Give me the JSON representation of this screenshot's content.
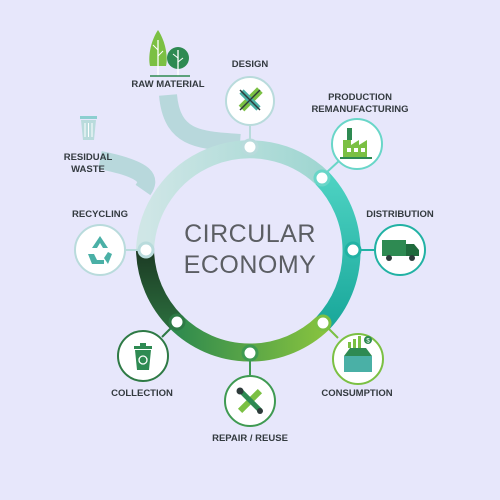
{
  "center": {
    "line1": "CIRCULAR",
    "line2": "ECONOMY"
  },
  "stages": {
    "raw_material": "RAW MATERIAL",
    "design": "DESIGN",
    "production_l1": "PRODUCTION",
    "production_l2": "REMANUFACTURING",
    "distribution": "DISTRIBUTION",
    "consumption": "CONSUMPTION",
    "repair_reuse": "REPAIR / REUSE",
    "collection": "COLLECTION",
    "recycling": "RECYCLING",
    "residual_l1": "RESIDUAL",
    "residual_l2": "WASTE"
  },
  "icons": {
    "raw_material": "trees-icon",
    "design": "pencil-ruler-icon",
    "production": "factory-icon",
    "distribution": "truck-icon",
    "consumption": "shopping-box-icon",
    "repair_reuse": "wrench-screwdriver-icon",
    "collection": "recycle-bin-icon",
    "recycling": "recycle-icon",
    "residual_waste": "trash-can-icon"
  },
  "colors": {
    "background": "#e7e7fb",
    "pale_teal": "#b7d8dc",
    "teal": "#2fc7b5",
    "lime": "#7bc043",
    "green": "#2e8a52",
    "dark_green": "#1f4a2c"
  }
}
